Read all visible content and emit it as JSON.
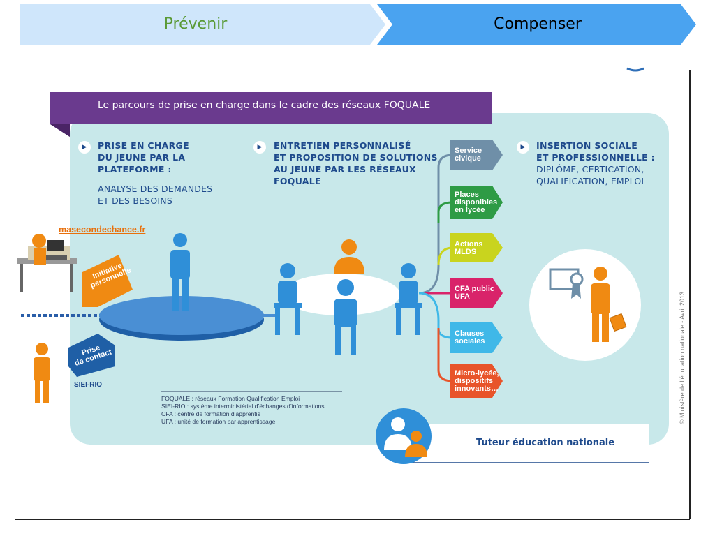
{
  "tabs": [
    {
      "label": "Prévenir",
      "color": "#cfe6fb"
    },
    {
      "label": "Compenser",
      "color": "#4aa3f0"
    }
  ],
  "infographic": {
    "banner_title": "Le parcours de prise en charge dans le cadre des réseaux FOQUALE",
    "steps": [
      {
        "title": "PRISE EN CHARGE\nDU JEUNE PAR LA\nPLATEFORME :",
        "subtitle": "ANALYSE DES DEMANDES\nET DES BESOINS"
      },
      {
        "title": "ENTRETIEN PERSONNALISÉ\nET PROPOSITION DE SOLUTIONS\nAU JEUNE PAR LES RÉSEAUX\nFOQUALE",
        "subtitle": ""
      },
      {
        "title": "INSERTION SOCIALE\nET PROFESSIONNELLE :",
        "subtitle": "DIPLÔME, CERTICATION,\nQUALIFICATION, EMPLOI"
      }
    ],
    "website": "masecondechance.fr",
    "entry_labels": {
      "initiative": "Initiative\npersonnelle",
      "contact": "Prise\nde contact",
      "siei": "SIEI-RIO"
    },
    "solutions": [
      {
        "label": "Service\ncivique",
        "color": "#6f8fa8"
      },
      {
        "label": "Places\ndisponibles\nen lycée",
        "color": "#2e9b45"
      },
      {
        "label": "Actions\nMLDS",
        "color": "#c9d41e"
      },
      {
        "label": "CFA public\nUFA",
        "color": "#d9236a"
      },
      {
        "label": "Clauses\nsociales",
        "color": "#3fb8e8"
      },
      {
        "label": "Micro-lycée,\ndispositifs\ninnovants…",
        "color": "#e8542a"
      }
    ],
    "glossary": [
      "FOQUALE : réseaux Formation Qualification Emploi",
      "SIEI-RIO : système interministériel d’échanges d’informations",
      "CFA : centre de formation d’apprentis",
      "UFA : unité de formation par apprentissage"
    ],
    "tutor_label": "Tuteur éducation nationale",
    "copyright": "© Ministère de l’éducation nationale - Avril 2013",
    "colors": {
      "panel": "#c8e8ea",
      "banner": "#6a3a8e",
      "figure_blue": "#2f8fd8",
      "figure_orange": "#f08a12",
      "heading_blue": "#1e4a8c"
    }
  }
}
